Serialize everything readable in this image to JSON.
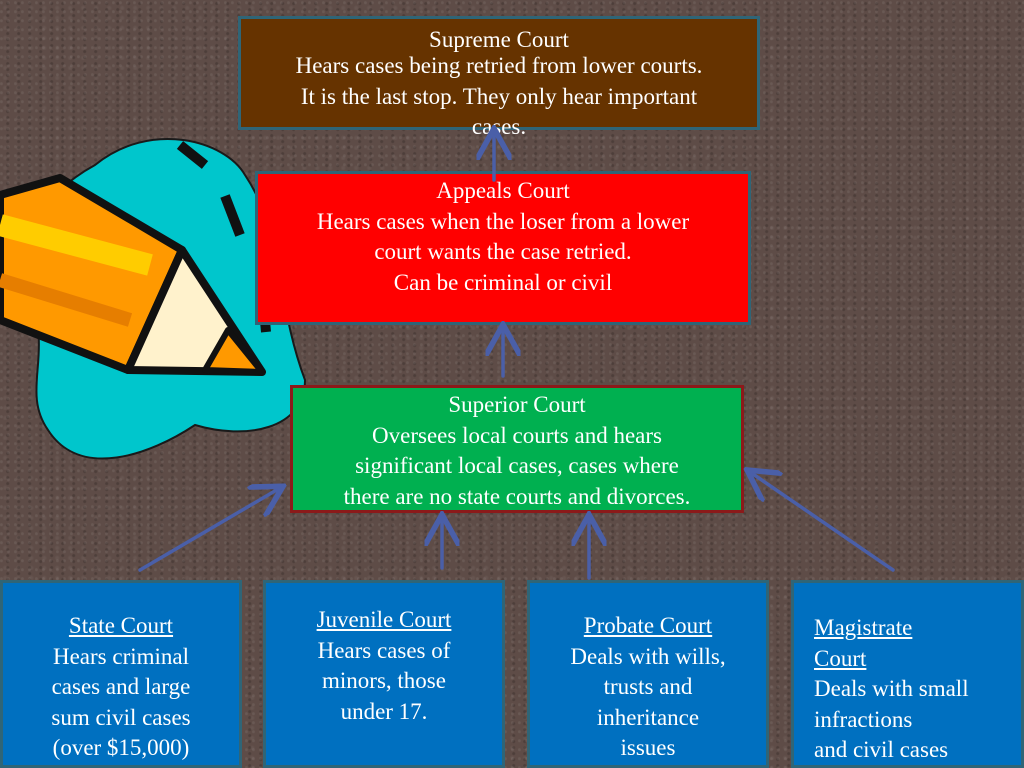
{
  "supreme": {
    "title": "Supreme  Court",
    "lines": [
      "Hears cases being retried from lower courts.",
      "It is the last stop.  They only hear important",
      "cases."
    ]
  },
  "appeals": {
    "title": "Appeals Court",
    "lines": [
      "Hears cases when the loser from a lower",
      "court wants the case retried.",
      "Can be criminal or civil"
    ]
  },
  "superior": {
    "title": "Superior Court",
    "lines": [
      "Oversees local courts and hears",
      "significant local cases, cases where",
      "there are no state courts and divorces."
    ]
  },
  "state": {
    "title": "State Court",
    "lines": [
      "Hears criminal",
      "cases and large",
      "sum civil cases",
      "(over $15,000)"
    ]
  },
  "juvenile": {
    "title": "Juvenile Court",
    "lines": [
      "Hears cases of",
      "minors, those",
      "under 17."
    ]
  },
  "probate": {
    "title": "Probate Court",
    "lines": [
      "Deals with wills,",
      "trusts and",
      "inheritance",
      "issues"
    ]
  },
  "magistrate": {
    "title_lines": [
      "Magistrate",
      "Court"
    ],
    "lines": [
      "Deals with small",
      "infractions",
      "and  civil cases"
    ]
  },
  "colors": {
    "supreme": "#663300",
    "appeals": "#ff0000",
    "superior": "#00b050",
    "lower_courts": "#0070c0",
    "arrows": "#4a5fa8",
    "clipart_bg": "#00c6cc",
    "pencil": "#ff9900"
  },
  "icons": [
    "pencil-clipart-icon"
  ]
}
